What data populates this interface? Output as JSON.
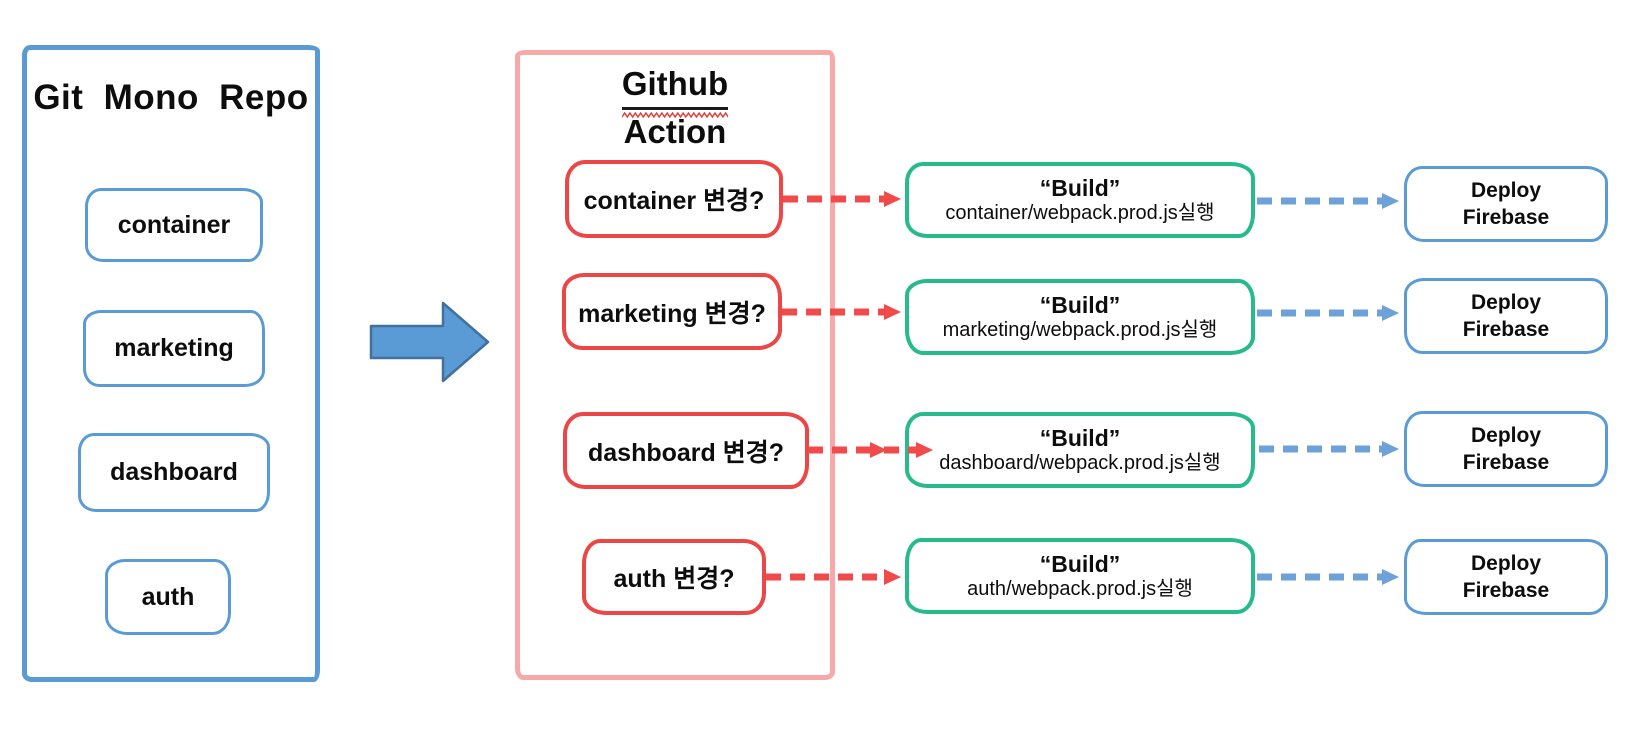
{
  "mono_repo": {
    "title": "Git Mono Repo",
    "items": [
      "container",
      "marketing",
      "dashboard",
      "auth"
    ]
  },
  "github_action": {
    "title_line1": "Github",
    "title_line2": "Action",
    "checks": [
      "container 변경?",
      "marketing 변경?",
      "dashboard 변경?",
      "auth 변경?"
    ]
  },
  "build_steps": [
    {
      "title": "“Build”",
      "command": "container/webpack.prod.js실행"
    },
    {
      "title": "“Build”",
      "command": "marketing/webpack.prod.js실행"
    },
    {
      "title": "“Build”",
      "command": "dashboard/webpack.prod.js실행"
    },
    {
      "title": "“Build”",
      "command": "auth/webpack.prod.js실행"
    }
  ],
  "deploy_steps": [
    {
      "line1": "Deploy",
      "line2": "Firebase"
    },
    {
      "line1": "Deploy",
      "line2": "Firebase"
    },
    {
      "line1": "Deploy",
      "line2": "Firebase"
    },
    {
      "line1": "Deploy",
      "line2": "Firebase"
    }
  ],
  "colors": {
    "box_blue": "#5B9BD5",
    "block_arrow_outline": "#41719C",
    "dashed_blue": "#6DA1D9",
    "outer_pink": "#F7A8A8",
    "box_red": "#EC4646",
    "dashed_red": "#F04A4A",
    "box_green": "#27BA8B",
    "squiggle_red": "#E03A34",
    "text": "#0d0d0d"
  }
}
